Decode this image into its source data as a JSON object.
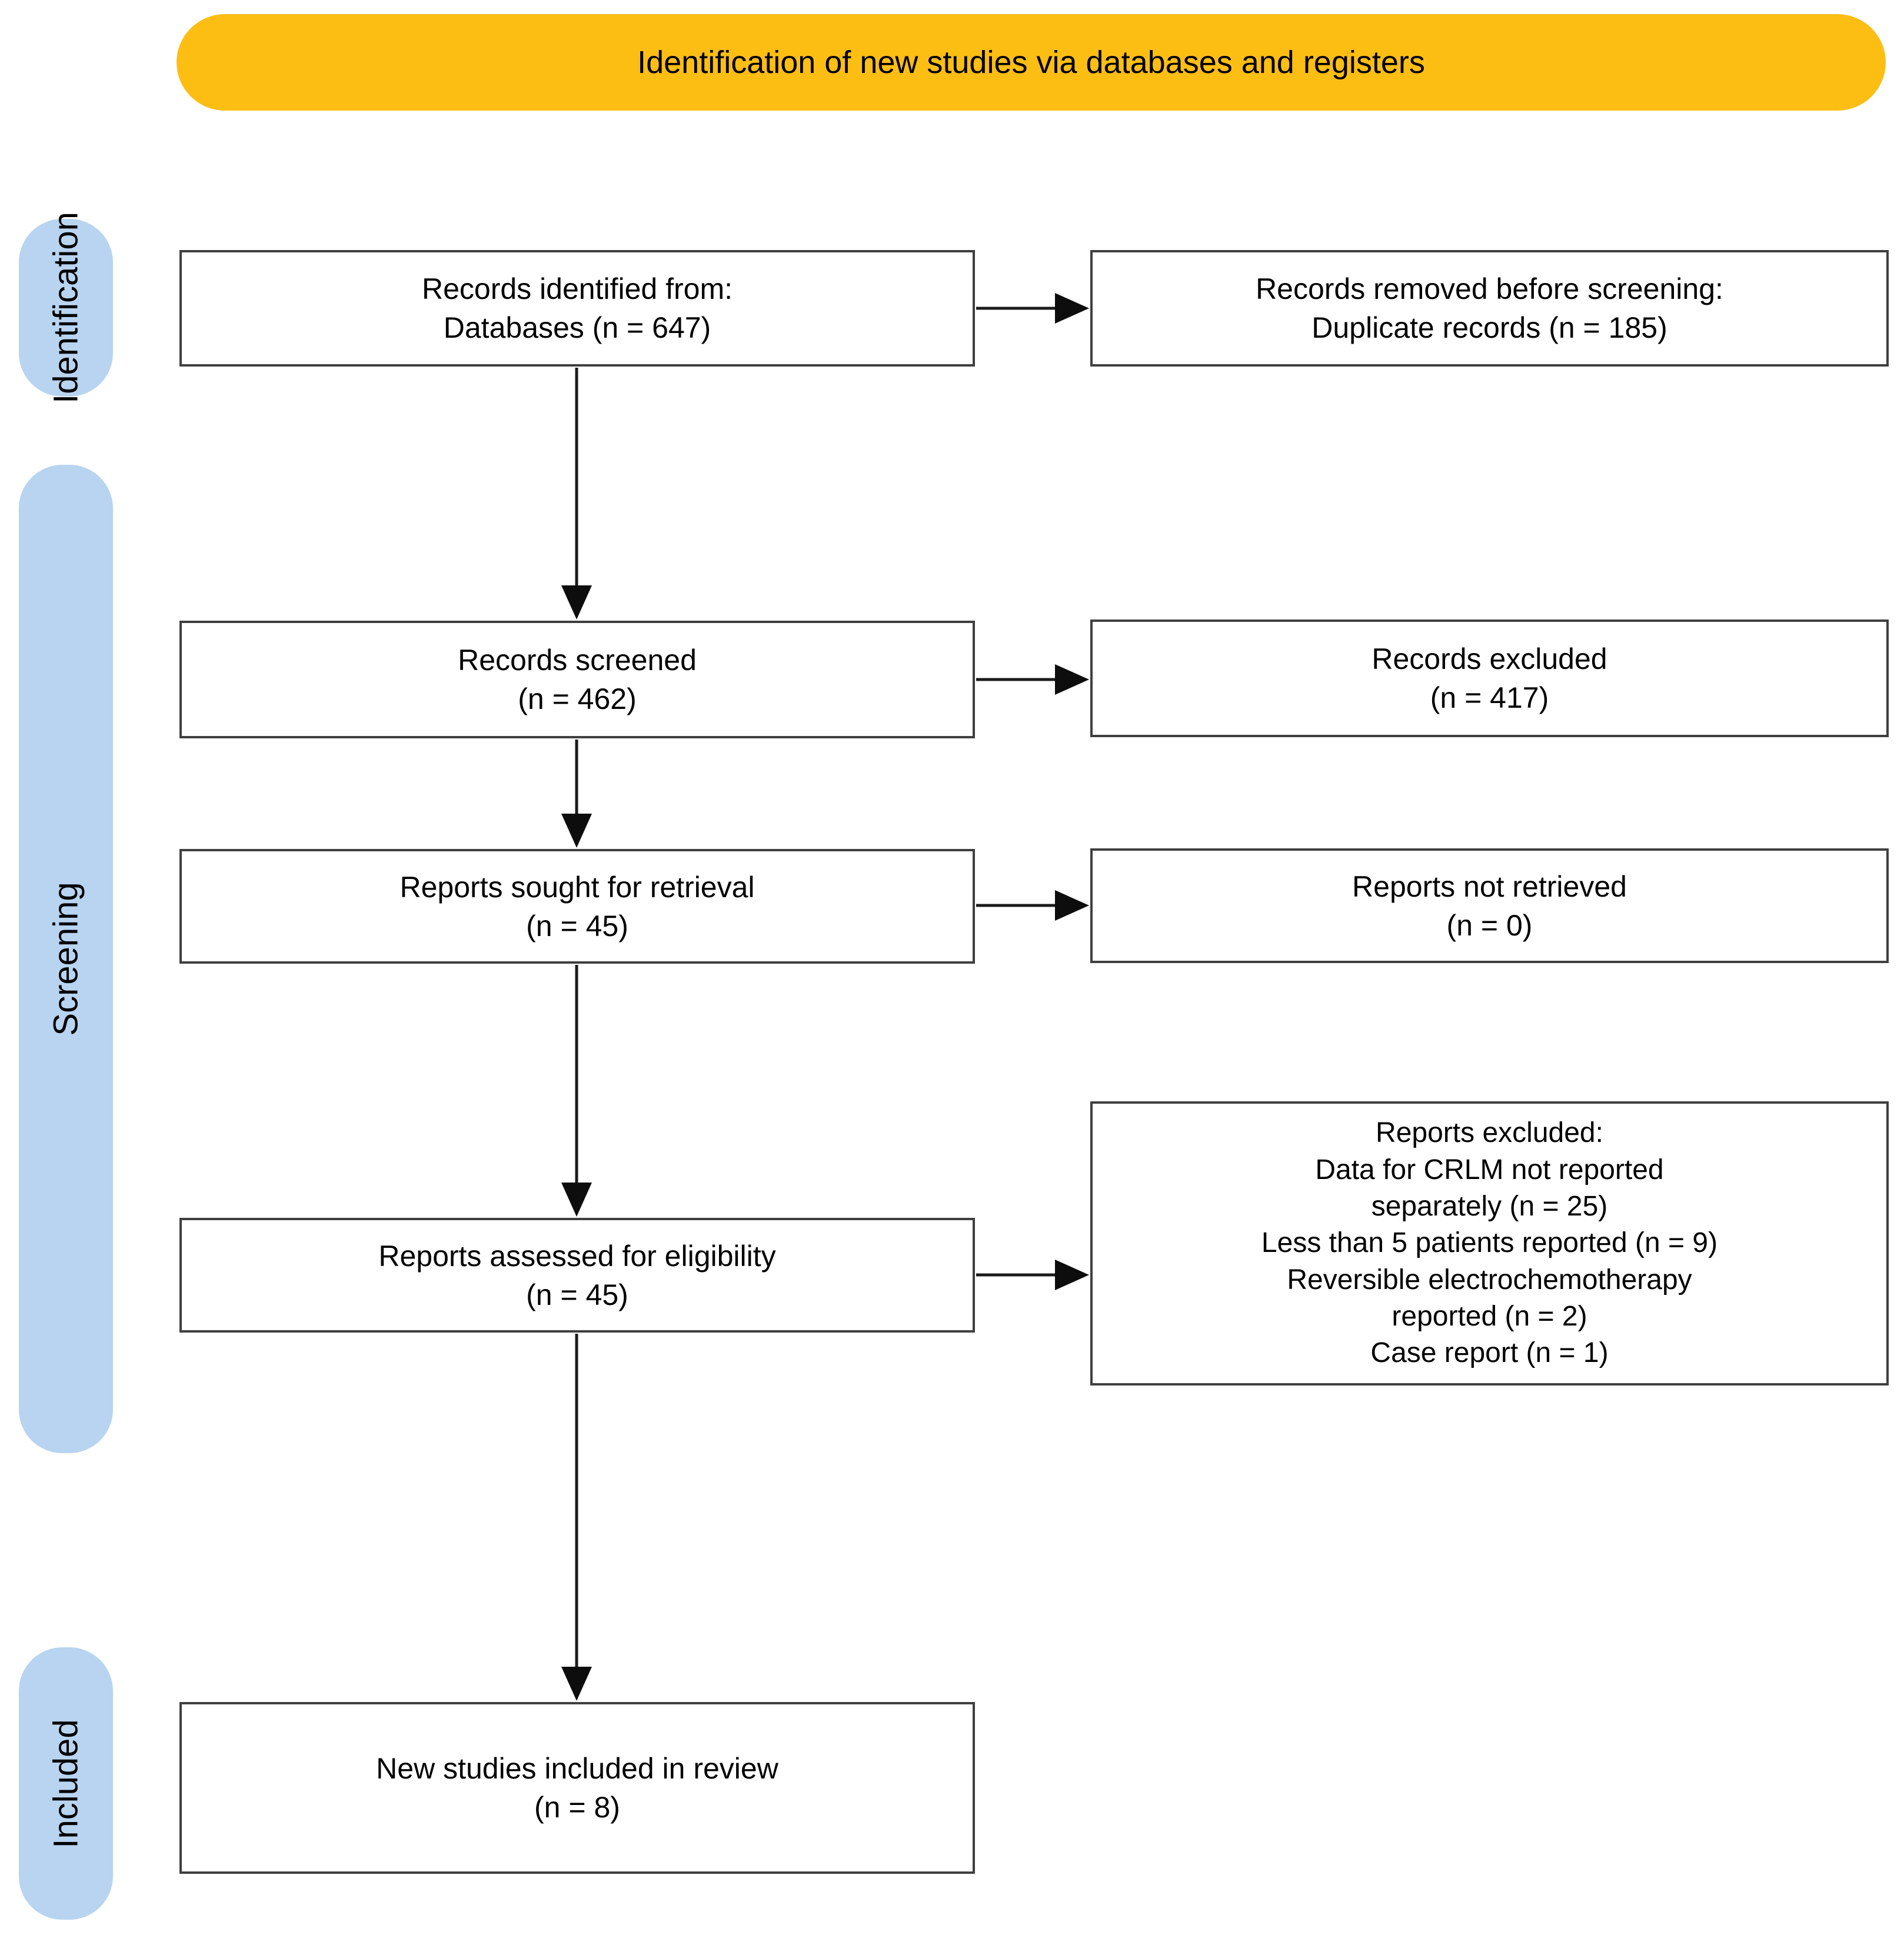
{
  "title_banner": {
    "text": "Identification of new studies via databases and registers",
    "bg_color": "#FDBE14"
  },
  "stage_label_bg_color": "#B8D4F0",
  "stages": {
    "identification": "Identification",
    "screening": "Screening",
    "included": "Included"
  },
  "boxes": {
    "identified": {
      "text": "Records identified from:\nDatabases (n = 647)"
    },
    "removed": {
      "text": "Records removed before screening:\nDuplicate records (n = 185)"
    },
    "screened": {
      "text": "Records screened\n(n = 462)"
    },
    "excluded": {
      "text": "Records excluded\n(n = 417)"
    },
    "sought": {
      "text": "Reports sought for retrieval\n(n = 45)"
    },
    "not_retrieved": {
      "text": "Reports not retrieved\n(n = 0)"
    },
    "assessed": {
      "text": "Reports assessed for eligibility\n(n = 45)"
    },
    "reports_excluded": {
      "text": "Reports excluded:\nData for CRLM not reported\nseparately (n = 25)\nLess than 5 patients reported (n = 9)\nReversible electrochemotherapy\nreported (n = 2)\nCase report (n = 1)"
    },
    "new_included": {
      "text": "New studies included in review\n(n = 8)"
    }
  }
}
